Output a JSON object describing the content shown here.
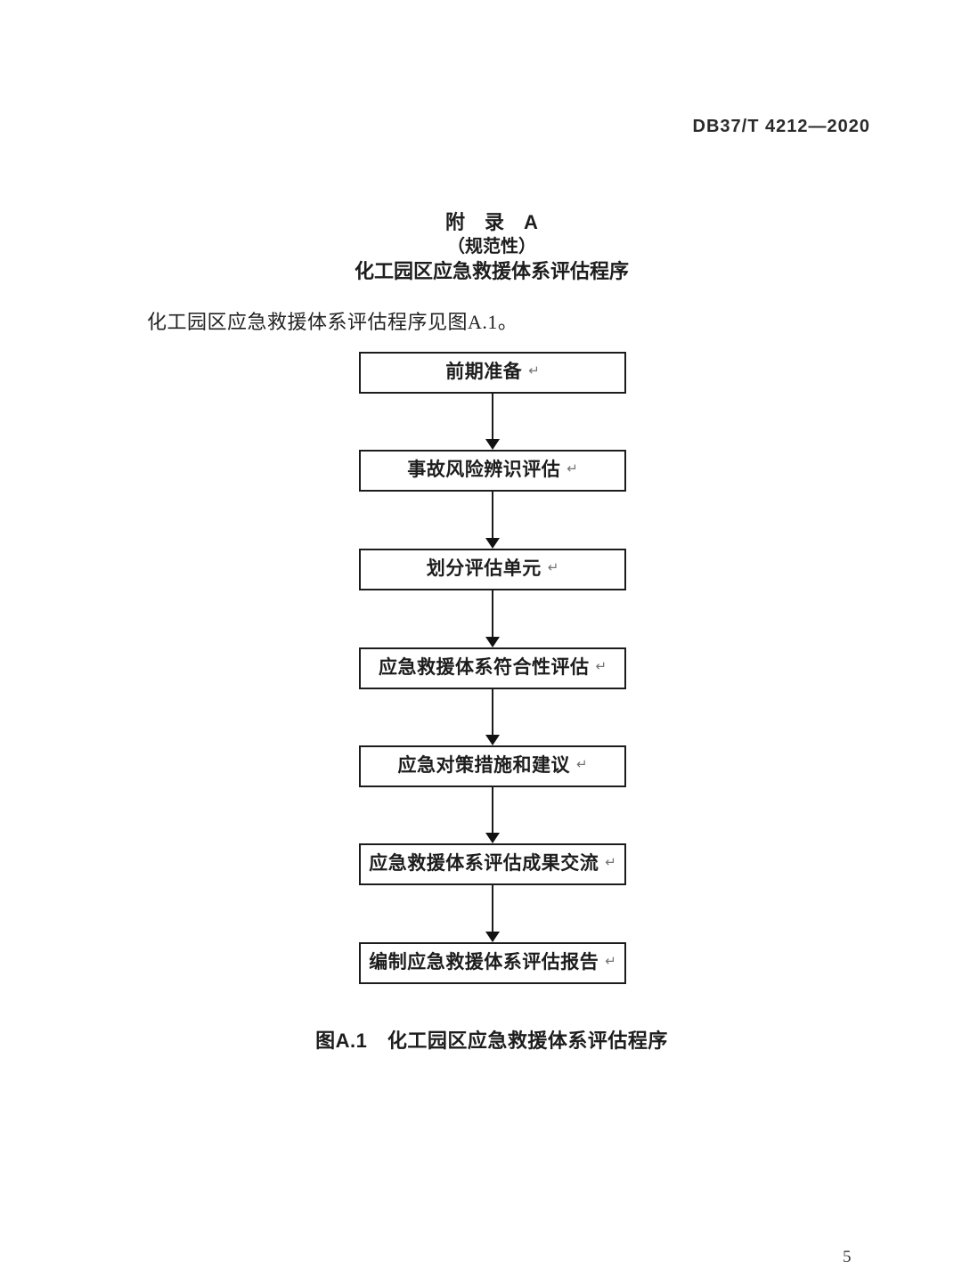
{
  "page": {
    "header": "DB37/T 4212—2020",
    "page_number": "5"
  },
  "appendix": {
    "title_line1": "附　录　A",
    "title_line2": "（规范性）",
    "title_line3": "化工园区应急救援体系评估程序",
    "intro": "化工园区应急救援体系评估程序见图A.1。"
  },
  "flowchart": {
    "return_mark": "↵",
    "boxes": [
      {
        "label": "前期准备"
      },
      {
        "label": "事故风险辨识评估"
      },
      {
        "label": "划分评估单元"
      },
      {
        "label": "应急救援体系符合性评估"
      },
      {
        "label": "应急对策措施和建议"
      },
      {
        "label": "应急救援体系评估成果交流"
      },
      {
        "label": "编制应急救援体系评估报告"
      }
    ],
    "caption": "图A.1　化工园区应急救援体系评估程序"
  }
}
